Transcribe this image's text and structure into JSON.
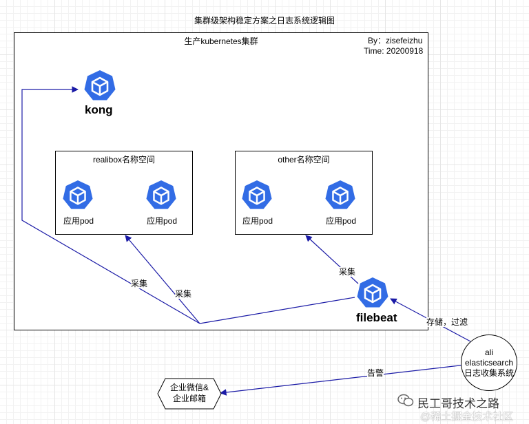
{
  "diagram": {
    "title": "集群级架构稳定方案之日志系统逻辑图",
    "cluster": {
      "label": "生产kubernetes集群",
      "author": "By：zisefeizhu",
      "time": "Time: 20200918"
    },
    "kong": {
      "label": "kong"
    },
    "namespaces": [
      {
        "label": "realibox名称空间",
        "pods": [
          "应用pod",
          "应用pod"
        ]
      },
      {
        "label": "other名称空间",
        "pods": [
          "应用pod",
          "应用pod"
        ]
      }
    ],
    "filebeat": {
      "label": "filebeat"
    },
    "edges": {
      "collect_1": "采集",
      "collect_2": "采集",
      "collect_3": "采集",
      "store_filter": "存储，过滤",
      "alert": "告警"
    },
    "es": {
      "line1": "ali",
      "line2": "elasticsearch",
      "line3": "日志收集系统"
    },
    "notify": {
      "line1": "企业微信&",
      "line2": "企业邮箱"
    },
    "colors": {
      "k8s_blue": "#326CE5",
      "edge": "#1a1aa6"
    }
  },
  "watermark": {
    "line1": "民工哥技术之路",
    "line2": "@稀土掘金技术社区"
  }
}
